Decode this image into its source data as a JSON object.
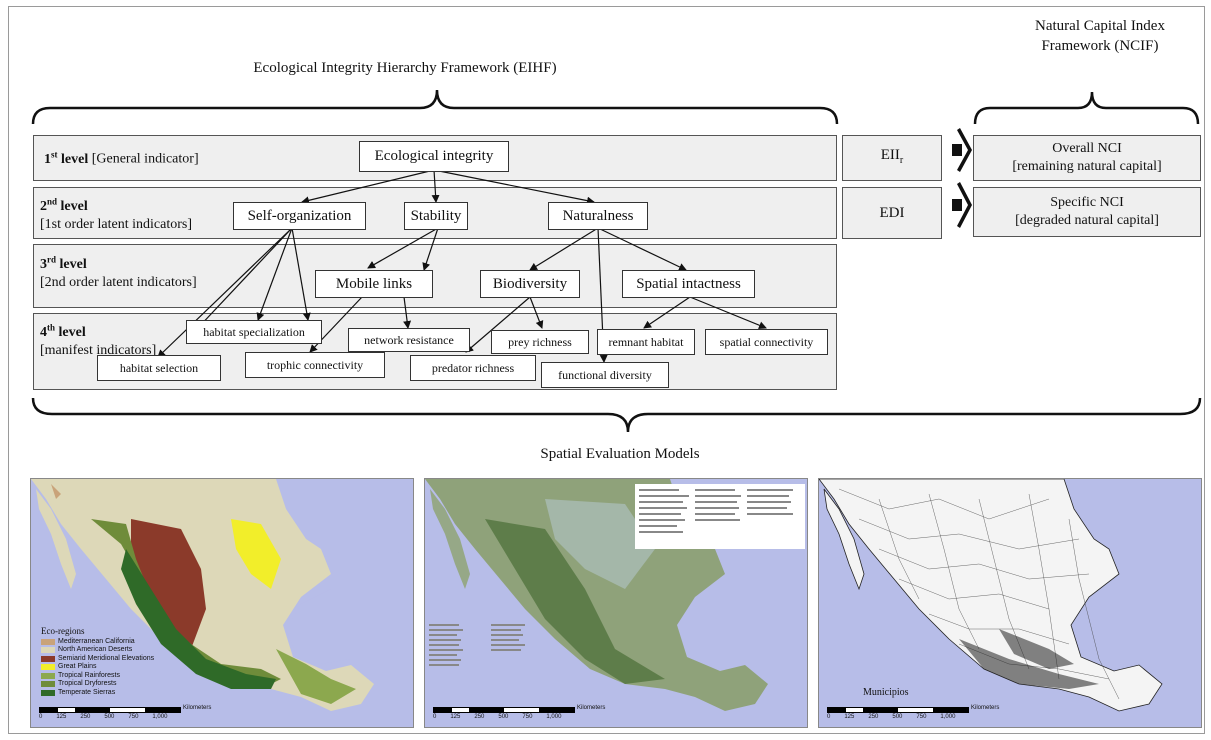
{
  "header": {
    "eihf_title": "Ecological Integrity Hierarchy Framework (EIHF)",
    "ncif_title_line1": "Natural Capital Index",
    "ncif_title_line2": "Framework (NCIF)"
  },
  "levels": [
    {
      "sup_num": "1",
      "sup": "st",
      "word": " level",
      "desc": " [General indicator]"
    },
    {
      "sup_num": "2",
      "sup": "nd",
      "word": " level",
      "desc": "[1st order latent indicators]"
    },
    {
      "sup_num": "3",
      "sup": "rd",
      "word": " level",
      "desc": "[2nd order latent indicators]"
    },
    {
      "sup_num": "4",
      "sup": "th",
      "word": " level",
      "desc": "[manifest indicators]"
    }
  ],
  "nodes": {
    "ecological_integrity": "Ecological integrity",
    "self_organization": "Self-organization",
    "stability": "Stability",
    "naturalness": "Naturalness",
    "mobile_links": "Mobile links",
    "biodiversity": "Biodiversity",
    "spatial_intactness": "Spatial intactness",
    "habitat_specialization": "habitat specialization",
    "network_resistance": "network resistance",
    "prey_richness": "prey richness",
    "remnant_habitat": "remnant habitat",
    "spatial_connectivity": "spatial connectivity",
    "habitat_selection": "habitat selection",
    "trophic_connectivity": "trophic connectivity",
    "predator_richness": "predator richness",
    "functional_diversity": "functional diversity"
  },
  "indices": {
    "eii_base": "EII",
    "eii_sub": "r",
    "edi": "EDI"
  },
  "ncif": {
    "overall_line1": "Overall NCI",
    "overall_line2": "[remaining natural capital]",
    "specific_line1": "Specific NCI",
    "specific_line2": "[degraded natural capital]"
  },
  "bottom_title": "Spatial Evaluation Models",
  "maps": {
    "ecoregions": {
      "legend_title": "Eco-regions",
      "legend": [
        {
          "label": "Mediterranean California",
          "color": "#c9a37a"
        },
        {
          "label": "North American Deserts",
          "color": "#ddd8b8"
        },
        {
          "label": "Semiarid Meridional Elevations",
          "color": "#8b3a2a"
        },
        {
          "label": "Great Plains",
          "color": "#f2ee2a"
        },
        {
          "label": "Tropical Rainforests",
          "color": "#8ca84e"
        },
        {
          "label": "Tropical Dryforests",
          "color": "#6f8c3a"
        },
        {
          "label": "Temperate Sierras",
          "color": "#2f6a28"
        }
      ]
    },
    "municipios": {
      "label": "Municipios"
    },
    "scale_ticks": [
      "0",
      "125",
      "250",
      "500",
      "750",
      "1,000"
    ],
    "scale_ticks_alt": [
      "0",
      "125",
      "250",
      "500",
      "750",
      "1,000"
    ],
    "scale_unit": "Kilometers"
  },
  "colors": {
    "panel": "#efefef",
    "ocean": "#b7bde8",
    "border": "#555555"
  }
}
